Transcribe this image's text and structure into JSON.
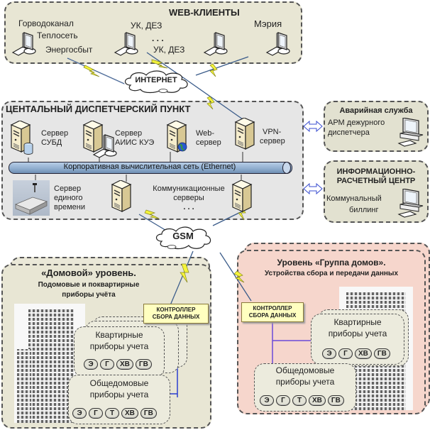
{
  "web_clients": {
    "title": "WEB-КЛИЕНТЫ",
    "labels": [
      "Горводоканал",
      "Теплосеть",
      "Энергосбыт",
      "УК, ДЕЗ",
      ". . .",
      "УК, ДЕЗ",
      "Мэрия"
    ]
  },
  "internet": {
    "label": "ИНТЕРНЕТ"
  },
  "central": {
    "title": "ЦЕНТАЛЬНЫЙ ДИСПЕТЧЕРСКИЙ ПУНКТ",
    "servers": [
      {
        "line1": "Сервер",
        "line2": "СУБД"
      },
      {
        "line1": "Сервер",
        "line2": "АИИС КУЭ"
      },
      {
        "line1": "Web-",
        "line2": "сервер"
      },
      {
        "line1": "VPN-",
        "line2": "сервер"
      }
    ],
    "network_label": "Корпоративная вычислительная сеть (Ethernet)",
    "time_server": {
      "line1": "Сервер",
      "line2": "единого",
      "line3": "времени"
    },
    "comm_servers": {
      "line1": "Коммуникационные",
      "line2": "серверы",
      "line3": ". . ."
    }
  },
  "emergency": {
    "title": "Аварийная служба",
    "line1": "АРМ дежурного",
    "line2": "диспетчера"
  },
  "billing_center": {
    "title1": "ИНФОРМАЦИОННО-",
    "title2": "РАСЧЕТНЫЙ ЦЕНТР",
    "line1": "Коммунальный",
    "line2": "биллинг"
  },
  "gsm": {
    "label": "GSM"
  },
  "house_level": {
    "title": "«Домовой» уровень.",
    "subtitle1": "Подомовые и поквартирные",
    "subtitle2": "приборы учёта",
    "controller": {
      "line1": "КОНТРОЛЛЕР",
      "line2": "СБОРА ДАННЫХ"
    },
    "apartment": {
      "line1": "Квартирные",
      "line2": "приборы учета",
      "meters": [
        "Э",
        "Г",
        "ХВ",
        "ГВ"
      ]
    },
    "common": {
      "line1": "Общедомовые",
      "line2": "приборы учета",
      "meters": [
        "Э",
        "Г",
        "Т",
        "ХВ",
        "ГВ"
      ]
    }
  },
  "group_level": {
    "title": "Уровень «Группа домов».",
    "subtitle": "Устройства сбора и передачи данных",
    "controller": {
      "line1": "КОНТРОЛЛЕР",
      "line2": "СБОРА ДАННЫХ"
    },
    "apartment": {
      "line1": "Квартирные",
      "line2": "приборы учета",
      "meters": [
        "Э",
        "Г",
        "ХВ",
        "ГВ"
      ]
    },
    "common": {
      "line1": "Общедомовые",
      "line2": "приборы учета",
      "meters": [
        "Э",
        "Г",
        "Т",
        "ХВ",
        "ГВ"
      ]
    }
  },
  "colors": {
    "panel_beige": "#e8e6d4",
    "panel_gray": "#e6e6e6",
    "panel_pink": "#f6d6cc",
    "controller_fill": "#ffffc0",
    "link_blue": "#2a3fd0",
    "lightning": "#f4f43a"
  }
}
